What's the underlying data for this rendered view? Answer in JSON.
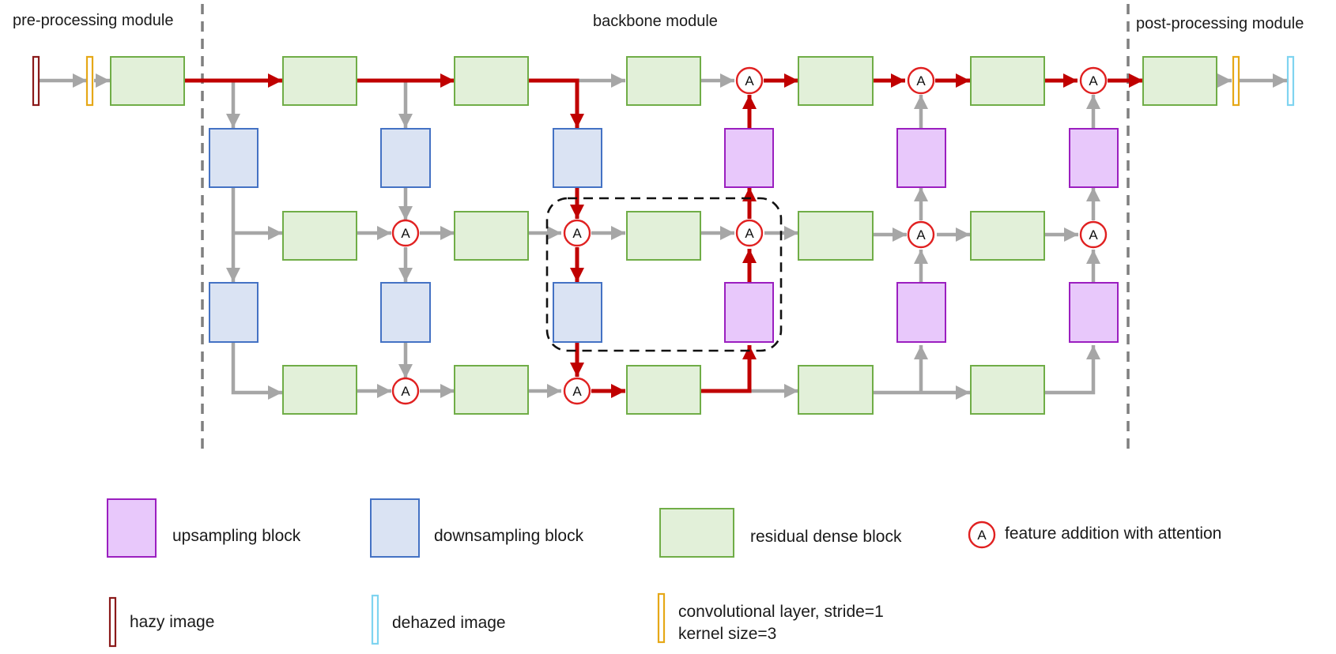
{
  "sections": {
    "pre": "pre-processing module",
    "backbone": "backbone module",
    "post": "post-processing module"
  },
  "attention_symbol": "A",
  "legend": {
    "upsampling": "upsampling block",
    "downsampling": "downsampling block",
    "residual": "residual dense block",
    "attention": "feature addition with attention",
    "hazy": "hazy image",
    "dehazed": "dehazed image",
    "conv_line1": "convolutional layer, stride=1",
    "conv_line2": "kernel size=3"
  },
  "colors": {
    "residual_fill": "#e2f0d9",
    "residual_stroke": "#70ad47",
    "downsampling_fill": "#dae3f3",
    "downsampling_stroke": "#4472c4",
    "upsampling_fill": "#e8c8fb",
    "upsampling_stroke": "#9b1fc0",
    "attention_stroke": "#e02020",
    "main_path": "#c00000",
    "other_path": "#a6a6a6",
    "hazy_image": "#8b1a1a",
    "dehazed_image": "#7fd4f0",
    "conv_layer": "#e6a817"
  }
}
